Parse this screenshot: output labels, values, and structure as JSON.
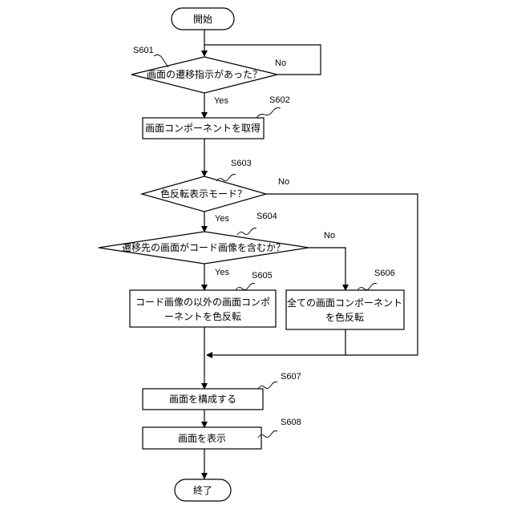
{
  "terminals": {
    "start": "開始",
    "end": "終了"
  },
  "steps": {
    "s601": {
      "id": "S601",
      "text": "画面の遷移指示があった？"
    },
    "s602": {
      "id": "S602",
      "text": "画面コンポーネントを取得"
    },
    "s603": {
      "id": "S603",
      "text": "色反転表示モード？"
    },
    "s604": {
      "id": "S604",
      "text": "遷移先の画面がコード画像を含むか？"
    },
    "s605": {
      "id": "S605",
      "line1": "コード画像の以外の画面コンポ",
      "line2": "ーネントを色反転"
    },
    "s606": {
      "id": "S606",
      "line1": "全ての画面コンポーネント",
      "line2": "を色反転"
    },
    "s607": {
      "id": "S607",
      "text": "画面を構成する"
    },
    "s608": {
      "id": "S608",
      "text": "画面を表示"
    }
  },
  "branch_labels": {
    "yes": "Yes",
    "no": "No"
  }
}
